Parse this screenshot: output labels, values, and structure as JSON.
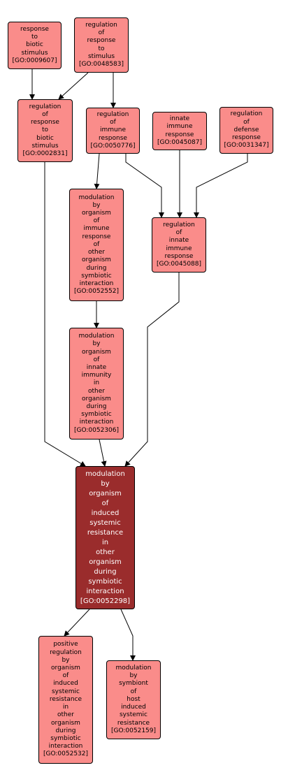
{
  "colors": {
    "node_fill": "#fa8c8a",
    "focus_fill": "#9a2c2c",
    "border": "#000000",
    "edge": "#000000",
    "text": "#000000",
    "focus_text": "#ffffff"
  },
  "nodes": {
    "go0009607": {
      "text": "response\nto\nbiotic\nstimulus\n[GO:0009607]"
    },
    "go0048583": {
      "text": "regulation\nof\nresponse\nto\nstimulus\n[GO:0048583]"
    },
    "go0002831": {
      "text": "regulation\nof\nresponse\nto\nbiotic\nstimulus\n[GO:0002831]"
    },
    "go0050776": {
      "text": "regulation\nof\nimmune\nresponse\n[GO:0050776]"
    },
    "go0045087": {
      "text": "innate\nimmune\nresponse\n[GO:0045087]"
    },
    "go0031347": {
      "text": "regulation\nof\ndefense\nresponse\n[GO:0031347]"
    },
    "go0052552": {
      "text": "modulation\nby\norganism\nof\nimmune\nresponse\nof\nother\norganism\nduring\nsymbiotic\ninteraction\n[GO:0052552]"
    },
    "go0045088": {
      "text": "regulation\nof\ninnate\nimmune\nresponse\n[GO:0045088]"
    },
    "go0052306": {
      "text": "modulation\nby\norganism\nof\ninnate\nimmunity\nin\nother\norganism\nduring\nsymbiotic\ninteraction\n[GO:0052306]"
    },
    "go0052298": {
      "text": "modulation\nby\norganism\nof\ninduced\nsystemic\nresistance\nin\nother\norganism\nduring\nsymbiotic\ninteraction\n[GO:0052298]"
    },
    "go0052532": {
      "text": "positive\nregulation\nby\norganism\nof\ninduced\nsystemic\nresistance\nin\nother\norganism\nduring\nsymbiotic\ninteraction\n[GO:0052532]"
    },
    "go0052159": {
      "text": "modulation\nby\nsymbiont\nof\nhost\ninduced\nsystemic\nresistance\n[GO:0052159]"
    }
  },
  "edges": [
    {
      "from": "go0009607",
      "to": "go0002831"
    },
    {
      "from": "go0048583",
      "to": "go0002831"
    },
    {
      "from": "go0048583",
      "to": "go0050776"
    },
    {
      "from": "go0050776",
      "to": "go0052552"
    },
    {
      "from": "go0050776",
      "to": "go0045088"
    },
    {
      "from": "go0045087",
      "to": "go0045088"
    },
    {
      "from": "go0031347",
      "to": "go0045088"
    },
    {
      "from": "go0052552",
      "to": "go0052306"
    },
    {
      "from": "go0002831",
      "to": "go0052298"
    },
    {
      "from": "go0052306",
      "to": "go0052298"
    },
    {
      "from": "go0045088",
      "to": "go0052298"
    },
    {
      "from": "go0052298",
      "to": "go0052532"
    },
    {
      "from": "go0052298",
      "to": "go0052159"
    }
  ]
}
